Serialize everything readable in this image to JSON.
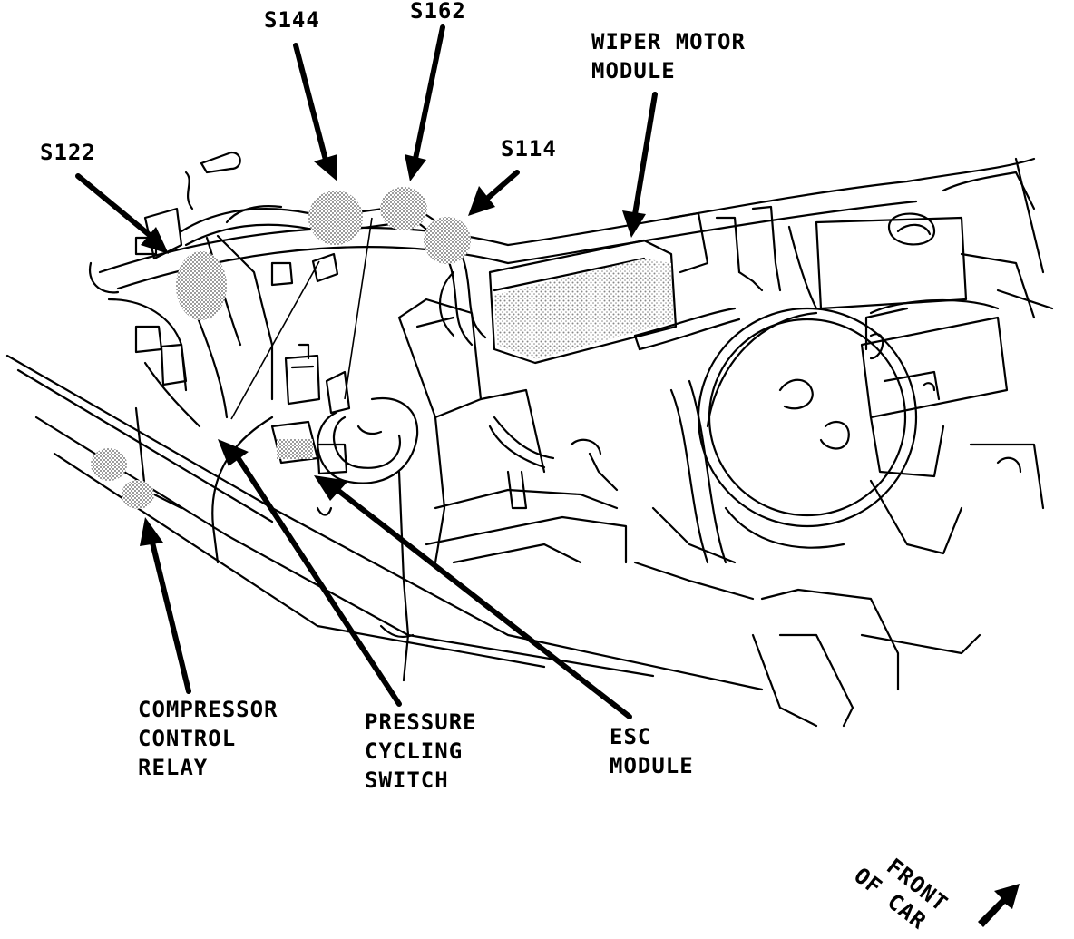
{
  "labels": {
    "s144": "S144",
    "s162": "S162",
    "s122": "S122",
    "s114": "S114",
    "wiper_motor_module": [
      "WIPER MOTOR",
      "MODULE"
    ],
    "compressor_control_relay": [
      "COMPRESSOR",
      "CONTROL",
      "RELAY"
    ],
    "pressure_cycling_switch": [
      "PRESSURE",
      "CYCLING",
      "SWITCH"
    ],
    "esc_module": [
      "ESC",
      "MODULE"
    ],
    "front_of_car": [
      "FRONT",
      "OF CAR"
    ]
  },
  "colors": {
    "ink": "#000000",
    "highlight": "#a8a8a8",
    "background": "#ffffff"
  }
}
